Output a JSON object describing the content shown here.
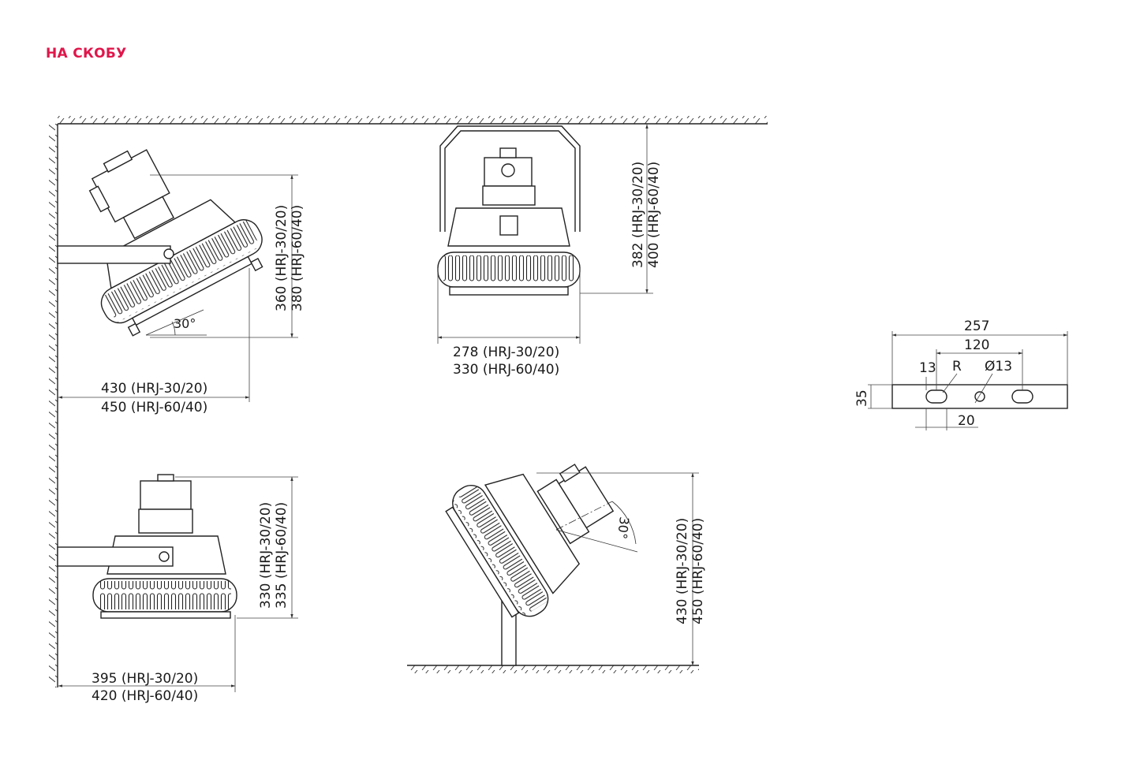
{
  "header": {
    "title": "НА СКОБУ",
    "title_color": "#e0164b"
  },
  "views": {
    "tilted_wall": {
      "h1": "360 (HRJ-30/20)",
      "h2": "380 (HRJ-60/40)",
      "w1": "430 (HRJ-30/20)",
      "w2": "450 (HRJ-60/40)",
      "angle": "30°"
    },
    "ceiling": {
      "h1": "382 (HRJ-30/20)",
      "h2": "400 (HRJ-60/40)",
      "w1": "278 (HRJ-30/20)",
      "w2": "330 (HRJ-60/40)"
    },
    "wall": {
      "h1": "330 (HRJ-30/20)",
      "h2": "335 (HRJ-60/40)",
      "w1": "395 (HRJ-30/20)",
      "w2": "420 (HRJ-60/40)"
    },
    "floor": {
      "h1": "430 (HRJ-30/20)",
      "h2": "450 (HRJ-60/40)",
      "angle": "30°"
    },
    "bracket": {
      "length": "257",
      "spacing": "120",
      "slot": "13",
      "radius": "R",
      "hole": "Ø13",
      "height": "35",
      "offset": "20"
    }
  }
}
